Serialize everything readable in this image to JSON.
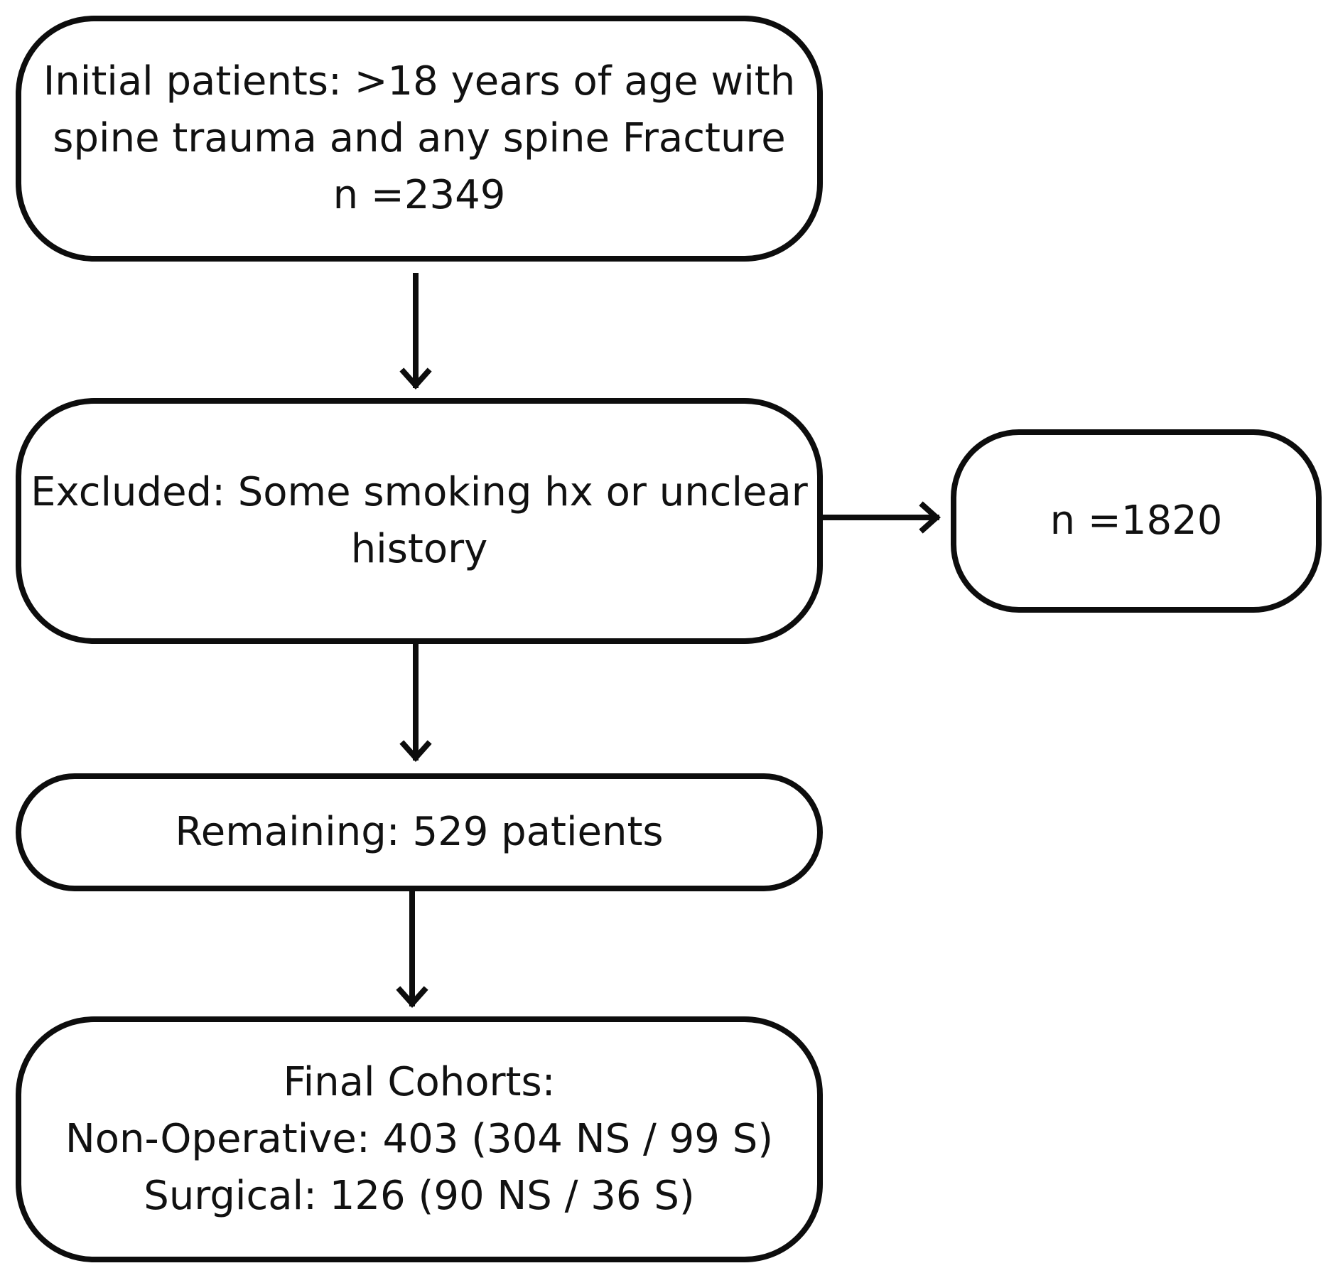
{
  "boxes": {
    "initial": {
      "line1": "Initial patients: >18 years of age with",
      "line2": "spine trauma and any spine Fracture",
      "line3": "n =2349"
    },
    "excluded": {
      "line1": "Excluded: Some smoking hx or unclear",
      "line2": "history"
    },
    "excluded_count": {
      "line1": "n =1820"
    },
    "remaining": {
      "line1": "Remaining: 529 patients"
    },
    "final": {
      "line1": "Final Cohorts:",
      "line2": "Non-Operative: 403 (304 NS / 99 S)",
      "line3": "Surgical: 126 (90 NS / 36 S)"
    }
  },
  "colors": {
    "stroke": "#0d0d0d",
    "background": "#ffffff"
  }
}
